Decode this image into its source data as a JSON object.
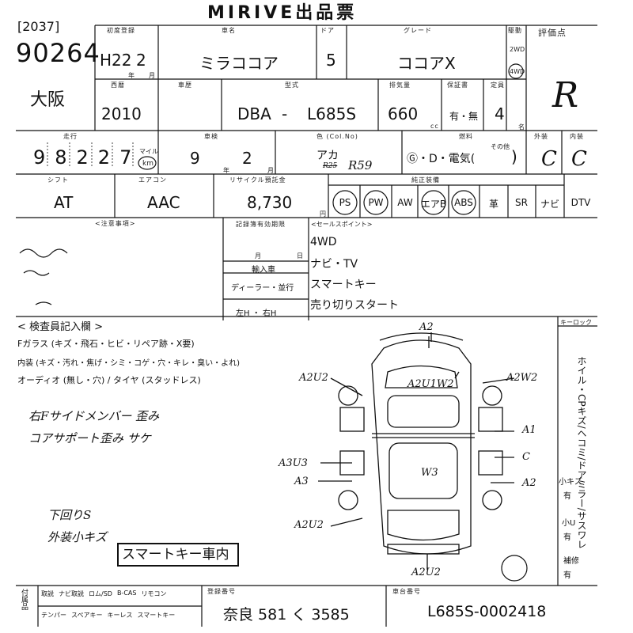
{
  "sheet": {
    "title": "MIRIVE出品票",
    "lot_no": "[2037]",
    "auction_no": "90264",
    "region": "大阪"
  },
  "labels": {
    "first_reg": "初度登録",
    "car_name": "車名",
    "doors": "ドア",
    "grade": "グレード",
    "drive": "駆動",
    "score": "評価点",
    "western_year": "西暦",
    "shaken": "車歴",
    "model": "型式",
    "displacement": "排気量",
    "warranty": "保証書",
    "capacity": "定員",
    "mileage": "走行",
    "inspection": "車検",
    "color": "色 (Col.No)",
    "fuel": "燃料",
    "exterior": "外装",
    "interior": "内装",
    "shift": "シフト",
    "aircon": "エアコン",
    "recycle": "リサイクル預託金",
    "equipment": "純正装備",
    "caution": "<注意事項>",
    "sales_point": "<セールスポイント>",
    "inspector": "< 検査員記入欄 >",
    "keylock": "キーロック",
    "reg_plate": "登録番号",
    "chassis_no": "車台番号",
    "accessories": "付属品",
    "unit_km": "km",
    "unit_mile": "マイル",
    "unit_cc": "cc",
    "unit_yen": "円",
    "unit_year": "年",
    "unit_month": "月",
    "unit_people": "名",
    "other": "その他",
    "history": "記録簿有効期限",
    "import": "輸入車"
  },
  "vehicle": {
    "era": "H22",
    "month": "2",
    "car_name": "ミラココア",
    "doors": "5",
    "grade": "ココアX",
    "drive_2wd": "2WD",
    "drive_4wd": "4WD",
    "score": "R",
    "year": "2010",
    "model_prefix": "DBA",
    "model_dash": "-",
    "model": "L685S",
    "displacement": "660",
    "warranty": "有・無",
    "capacity": "4",
    "mileage": "98227",
    "insp_month": "9",
    "insp_day": "2",
    "color": "アカ",
    "color_code": "R59",
    "color_code_old": "R25",
    "fuel": "Ⓖ・D・電気(",
    "fuel_close": ")",
    "exterior": "C",
    "interior": "C",
    "shift": "AT",
    "aircon": "AAC",
    "recycle": "8,730"
  },
  "equipment": [
    "PS",
    "PW",
    "AW",
    "エアB",
    "ABS",
    "革",
    "SR",
    "ナビ",
    "DTV"
  ],
  "equipment_circled": [
    "PS",
    "PW",
    "エアB",
    "ABS"
  ],
  "sales_points": [
    "4WD",
    "ナビ・TV",
    "スマートキー",
    "売り切りスタート"
  ],
  "history": {
    "month": "月",
    "day": "日",
    "import_label": "輸入車",
    "dealer": "ディーラー・並行",
    "handle": "左H ・ 右H"
  },
  "inspector": {
    "glass": "Fガラス (キズ・飛石・ヒビ・リペア跡・X要)",
    "interior": "内装 (キズ・汚れ・焦げ・シミ・コゲ・穴・キレ・臭い・よれ)",
    "audio": "オーディオ (無し・穴) / タイヤ (スタッドレス)",
    "notes": [
      "右Fサイドメンバー 歪み",
      "コアサポート歪み サケ"
    ],
    "under": [
      "下回りS",
      "外装小キズ"
    ],
    "boxed": "スマートキー車内"
  },
  "diagram": {
    "marks": [
      "A2",
      "A2U2",
      "A2U1W2",
      "A2W2",
      "A1",
      "C",
      "A3U3",
      "A3",
      "W3",
      "A2",
      "A2U2",
      "A2U2"
    ]
  },
  "side_notes": {
    "vertical": "ホイル・CPキズ/ヘコミ/ドアミラー/サスワレ",
    "small": [
      "小キズ",
      "有",
      "小U",
      "有",
      "補修",
      "有"
    ]
  },
  "bottom": {
    "acc_row1": [
      "取説",
      "ナビ取説",
      "ロム/SD",
      "B-CAS",
      "リモコン"
    ],
    "acc_row2": [
      "テンパー",
      "スペアキー",
      "キーレス",
      "スマートキー"
    ],
    "plate": "奈良 581 く 3585",
    "chassis": "L685S-0002418"
  }
}
